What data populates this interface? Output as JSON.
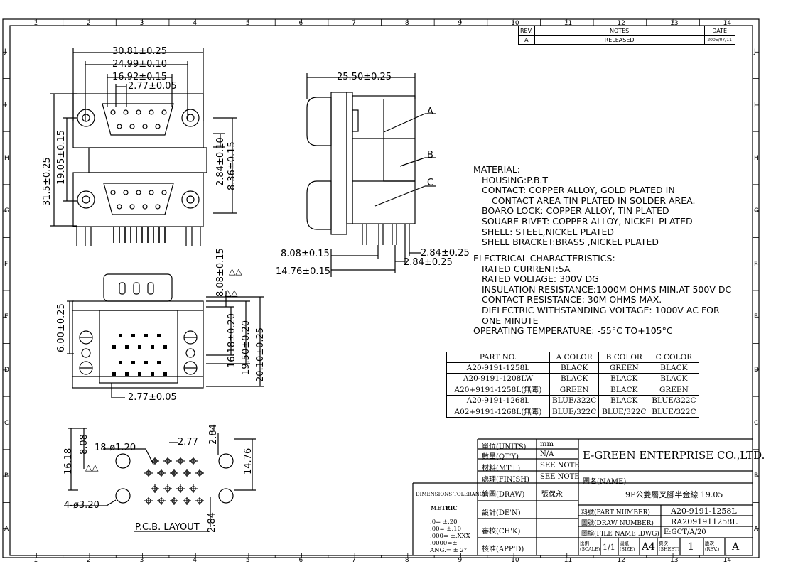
{
  "border": {
    "cols": [
      "1",
      "2",
      "3",
      "4",
      "5",
      "6",
      "7",
      "8",
      "9",
      "10",
      "11",
      "12",
      "13",
      "14"
    ],
    "rows": [
      "J",
      "I",
      "H",
      "G",
      "F",
      "E",
      "D",
      "C",
      "B",
      "A"
    ]
  },
  "revision_table": {
    "headers": [
      "REV.",
      "NOTES",
      "DATE"
    ],
    "row": [
      "A",
      "RELEASED",
      "2005/07/11"
    ]
  },
  "front_view_dims": {
    "d1": "30.81±0.25",
    "d2": "24.99±0.10",
    "d3": "16.92±0.15",
    "d4": "2.77±0.05",
    "d5": "31.5±0.25",
    "d6": "19.05±0.15",
    "d7": "2.84±0.10",
    "d8": "8.36±0.15"
  },
  "side_view_dims": {
    "d1": "25.50±0.25",
    "d2": "8.08±0.15",
    "d3": "14.76±0.15",
    "d4": "2.84±0.25",
    "d5": "2.84±0.25",
    "label_a": "A",
    "label_b": "B",
    "label_c": "C"
  },
  "bottom_view_dims": {
    "d1": "8.08±0.15",
    "d2": "6.00±0.25",
    "d3": "16.18±0.20",
    "d4": "19.50±0.20",
    "d5": "20.10±0.25",
    "d6": "2.77±0.05",
    "tri": "△△"
  },
  "pcb_layout": {
    "title": "P.C.B.  LAYOUT",
    "d1": "16.18",
    "d2": "8.08",
    "d3": "18-ø1.20",
    "d4": "2.77",
    "d5": "2.84",
    "d6": "14.76",
    "d7": "4-ø3.20",
    "d8": "2.84",
    "tri": "△△"
  },
  "material": {
    "lines": [
      "MATERIAL:",
      "HOUSING:P.B.T",
      "CONTACT: COPPER ALLOY, GOLD PLATED IN",
      "CONTACT AREA TIN PLATED IN SOLDER AREA.",
      "BOARO LOCK: COPPER ALLOY, TIN PLATED",
      "SOUARE RIVET: COPPER ALLOY, NICKEL PLATED",
      "SHELL: STEEL,NICKEL PLATED",
      "SHELL BRACKET:BRASS ,NICKEL PLATED"
    ]
  },
  "electrical": {
    "lines": [
      "ELECTRICAL CHARACTERISTICS:",
      "RATED CURRENT:5A",
      "RATED VOLTAGE: 300V DG",
      "INSULATION RESISTANCE:1000M OHMS MIN.AT 500V DC",
      "CONTACT RESISTANCE: 30M OHMS MAX.",
      "DIELECTRIC WITHSTANDING VOLTAGE: 1000V AC FOR",
      "ONE MINUTE",
      "OPERATING TEMPERATURE: -55°C TO+105°C"
    ]
  },
  "parts_table": {
    "headers": [
      "PART NO.",
      "A  COLOR",
      "B  COLOR",
      "C  COLOR"
    ],
    "rows": [
      [
        "A20-9191-1258L",
        "BLACK",
        "GREEN",
        "BLACK"
      ],
      [
        "A20-9191-1208LW",
        "BLACK",
        "BLACK",
        "BLACK"
      ],
      [
        "A20+9191-1258L(無毒)",
        "GREEN",
        "BLACK",
        "GREEN"
      ],
      [
        "A20-9191-1268L",
        "BLUE/322C",
        "BLACK",
        "BLUE/322C"
      ],
      [
        "A02+9191-1268L(無毒)",
        "BLUE/322C",
        "BLUE/322C",
        "BLUE/322C"
      ]
    ]
  },
  "title_block": {
    "units_label": "單位(UNITS)",
    "units_val": "mm",
    "qty_label": "數量(QT'Y)",
    "qty_val": "N/A",
    "mtl_label": "材料(MT'L)",
    "mtl_val": "SEE NOTE",
    "finish_label": "處理(FINISH)",
    "finish_val": "SEE NOTE",
    "draw_label": "繪圖(DRAW)",
    "draw_val": "張保永",
    "design_label": "設計(DE'N)",
    "check_label": "審校(CH'K)",
    "app_label": "核准(APP'D)",
    "company": "E-GREEN ENTERPRISE CO.,LTD.",
    "name_label": "圖名(NAME)",
    "name_val": "9P公雙層叉腳半金線 19.05",
    "pn_label": "料號(PART NUMBER)",
    "pn_val": "A20-9191-1258L",
    "dn_label": "圖號(DRAW NUMBER)",
    "dn_val": "RA2091911258L",
    "file_label": "圖檔(FILE NAME .DWG)",
    "file_val": "E:GCT/A/20",
    "scale_label": "比例(SCALE)",
    "scale_val": "1/1",
    "size_label": "圖紙(SIZE)",
    "size_val": "A4",
    "sheet_label": "頁次(SHEET)",
    "sheet_val": "1",
    "rev_label": "版次(REV.)",
    "rev_val": "A",
    "tol_title": "DIMENSIONS TOLERANCE",
    "tol_metric": "METRIC",
    "tol_lines": [
      ".0= ±.20",
      ".00= ±.10",
      ".000= ±.XXX",
      ".0000=±",
      "ANG.= ± 2°"
    ]
  }
}
